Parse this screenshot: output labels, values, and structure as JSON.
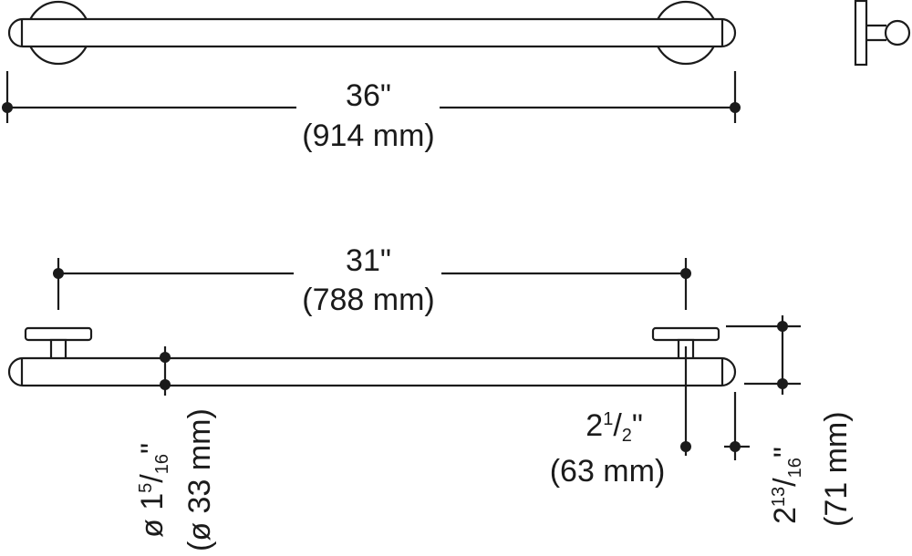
{
  "dimensions": {
    "overall_length": {
      "imperial": "36\"",
      "metric": "(914 mm)"
    },
    "mount_spacing": {
      "imperial": "31\"",
      "metric": "(788 mm)"
    },
    "bar_diameter": {
      "prefix": "ø 1",
      "frac_num": "5",
      "slash": "/",
      "frac_den": "16",
      "inch_mark": "\"",
      "metric": "(ø 33 mm)"
    },
    "projection": {
      "whole": "2",
      "frac_num": "1",
      "slash": "/",
      "frac_den": "2",
      "inch_mark": "\"",
      "metric": "(63 mm)"
    },
    "wall_clearance": {
      "whole": "2",
      "frac_num": "13",
      "slash": "/",
      "frac_den": "16",
      "inch_mark": "\"",
      "metric": "(71 mm)"
    }
  },
  "colors": {
    "line": "#1b1b1b",
    "background": "#ffffff"
  }
}
